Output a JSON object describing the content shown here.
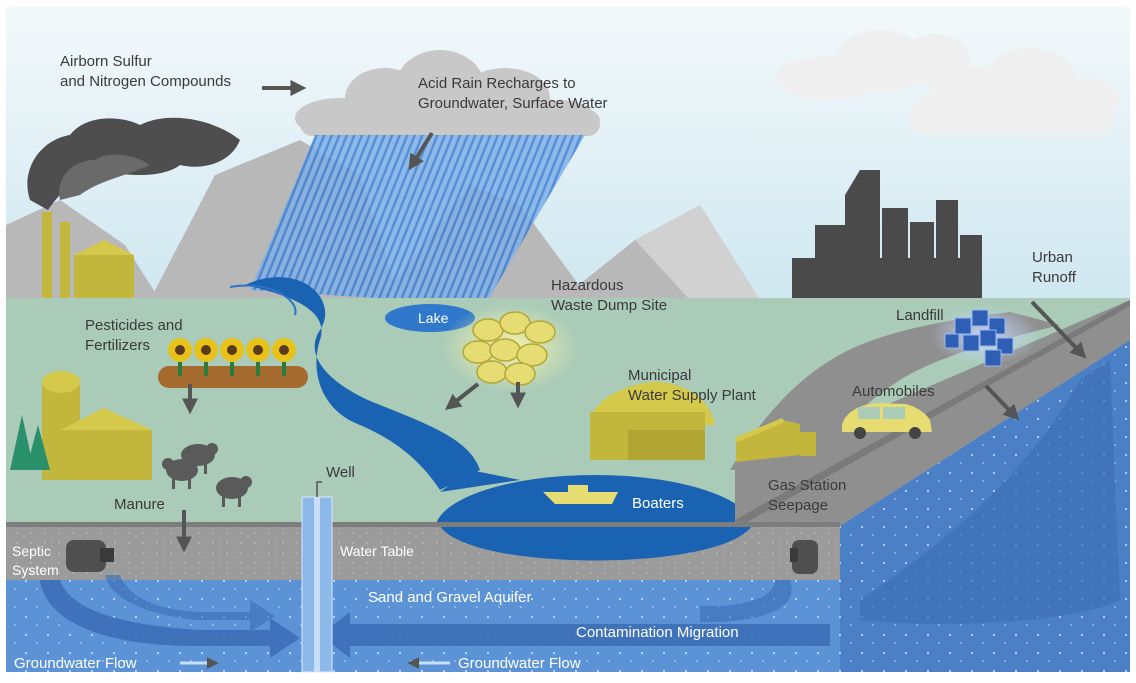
{
  "labels": {
    "airborne_line1": "Airborn Sulfur",
    "airborne_line2": "and Nitrogen Compounds",
    "acid_rain_line1": "Acid Rain Recharges to",
    "acid_rain_line2": "Groundwater, Surface Water",
    "hazardous_line1": "Hazardous",
    "hazardous_line2": "Waste Dump Site",
    "lake": "Lake",
    "pesticides_line1": "Pesticides and",
    "pesticides_line2": "Fertilizers",
    "urban_line1": "Urban",
    "urban_line2": "Runoff",
    "landfill": "Landfill",
    "municipal_line1": "Municipal",
    "municipal_line2": "Water Supply Plant",
    "automobiles": "Automobiles",
    "well": "Well",
    "manure": "Manure",
    "boaters": "Boaters",
    "gas_line1": "Gas Station",
    "gas_line2": "Seepage",
    "septic_line1": "Septic",
    "septic_line2": "System",
    "water_table": "Water Table",
    "aquifer": "Sand and Gravel Aquifer",
    "contamination": "Contamination Migration",
    "groundwater_flow_left": "Groundwater Flow",
    "groundwater_flow_right": "Groundwater Flow"
  },
  "colors": {
    "sky": "#dbeef5",
    "land": "#a9cbb8",
    "mountain": "#b8b8b8",
    "cloud": "#c8c8c8",
    "smoke": "#555555",
    "industry": "#4a4a4a",
    "building": "#c2b63c",
    "road": "#8f8f8f",
    "water": "#1a63b2",
    "aquifer": "#5b93d6",
    "sand": "#9b9b9b",
    "label": "#3a3a3a"
  }
}
